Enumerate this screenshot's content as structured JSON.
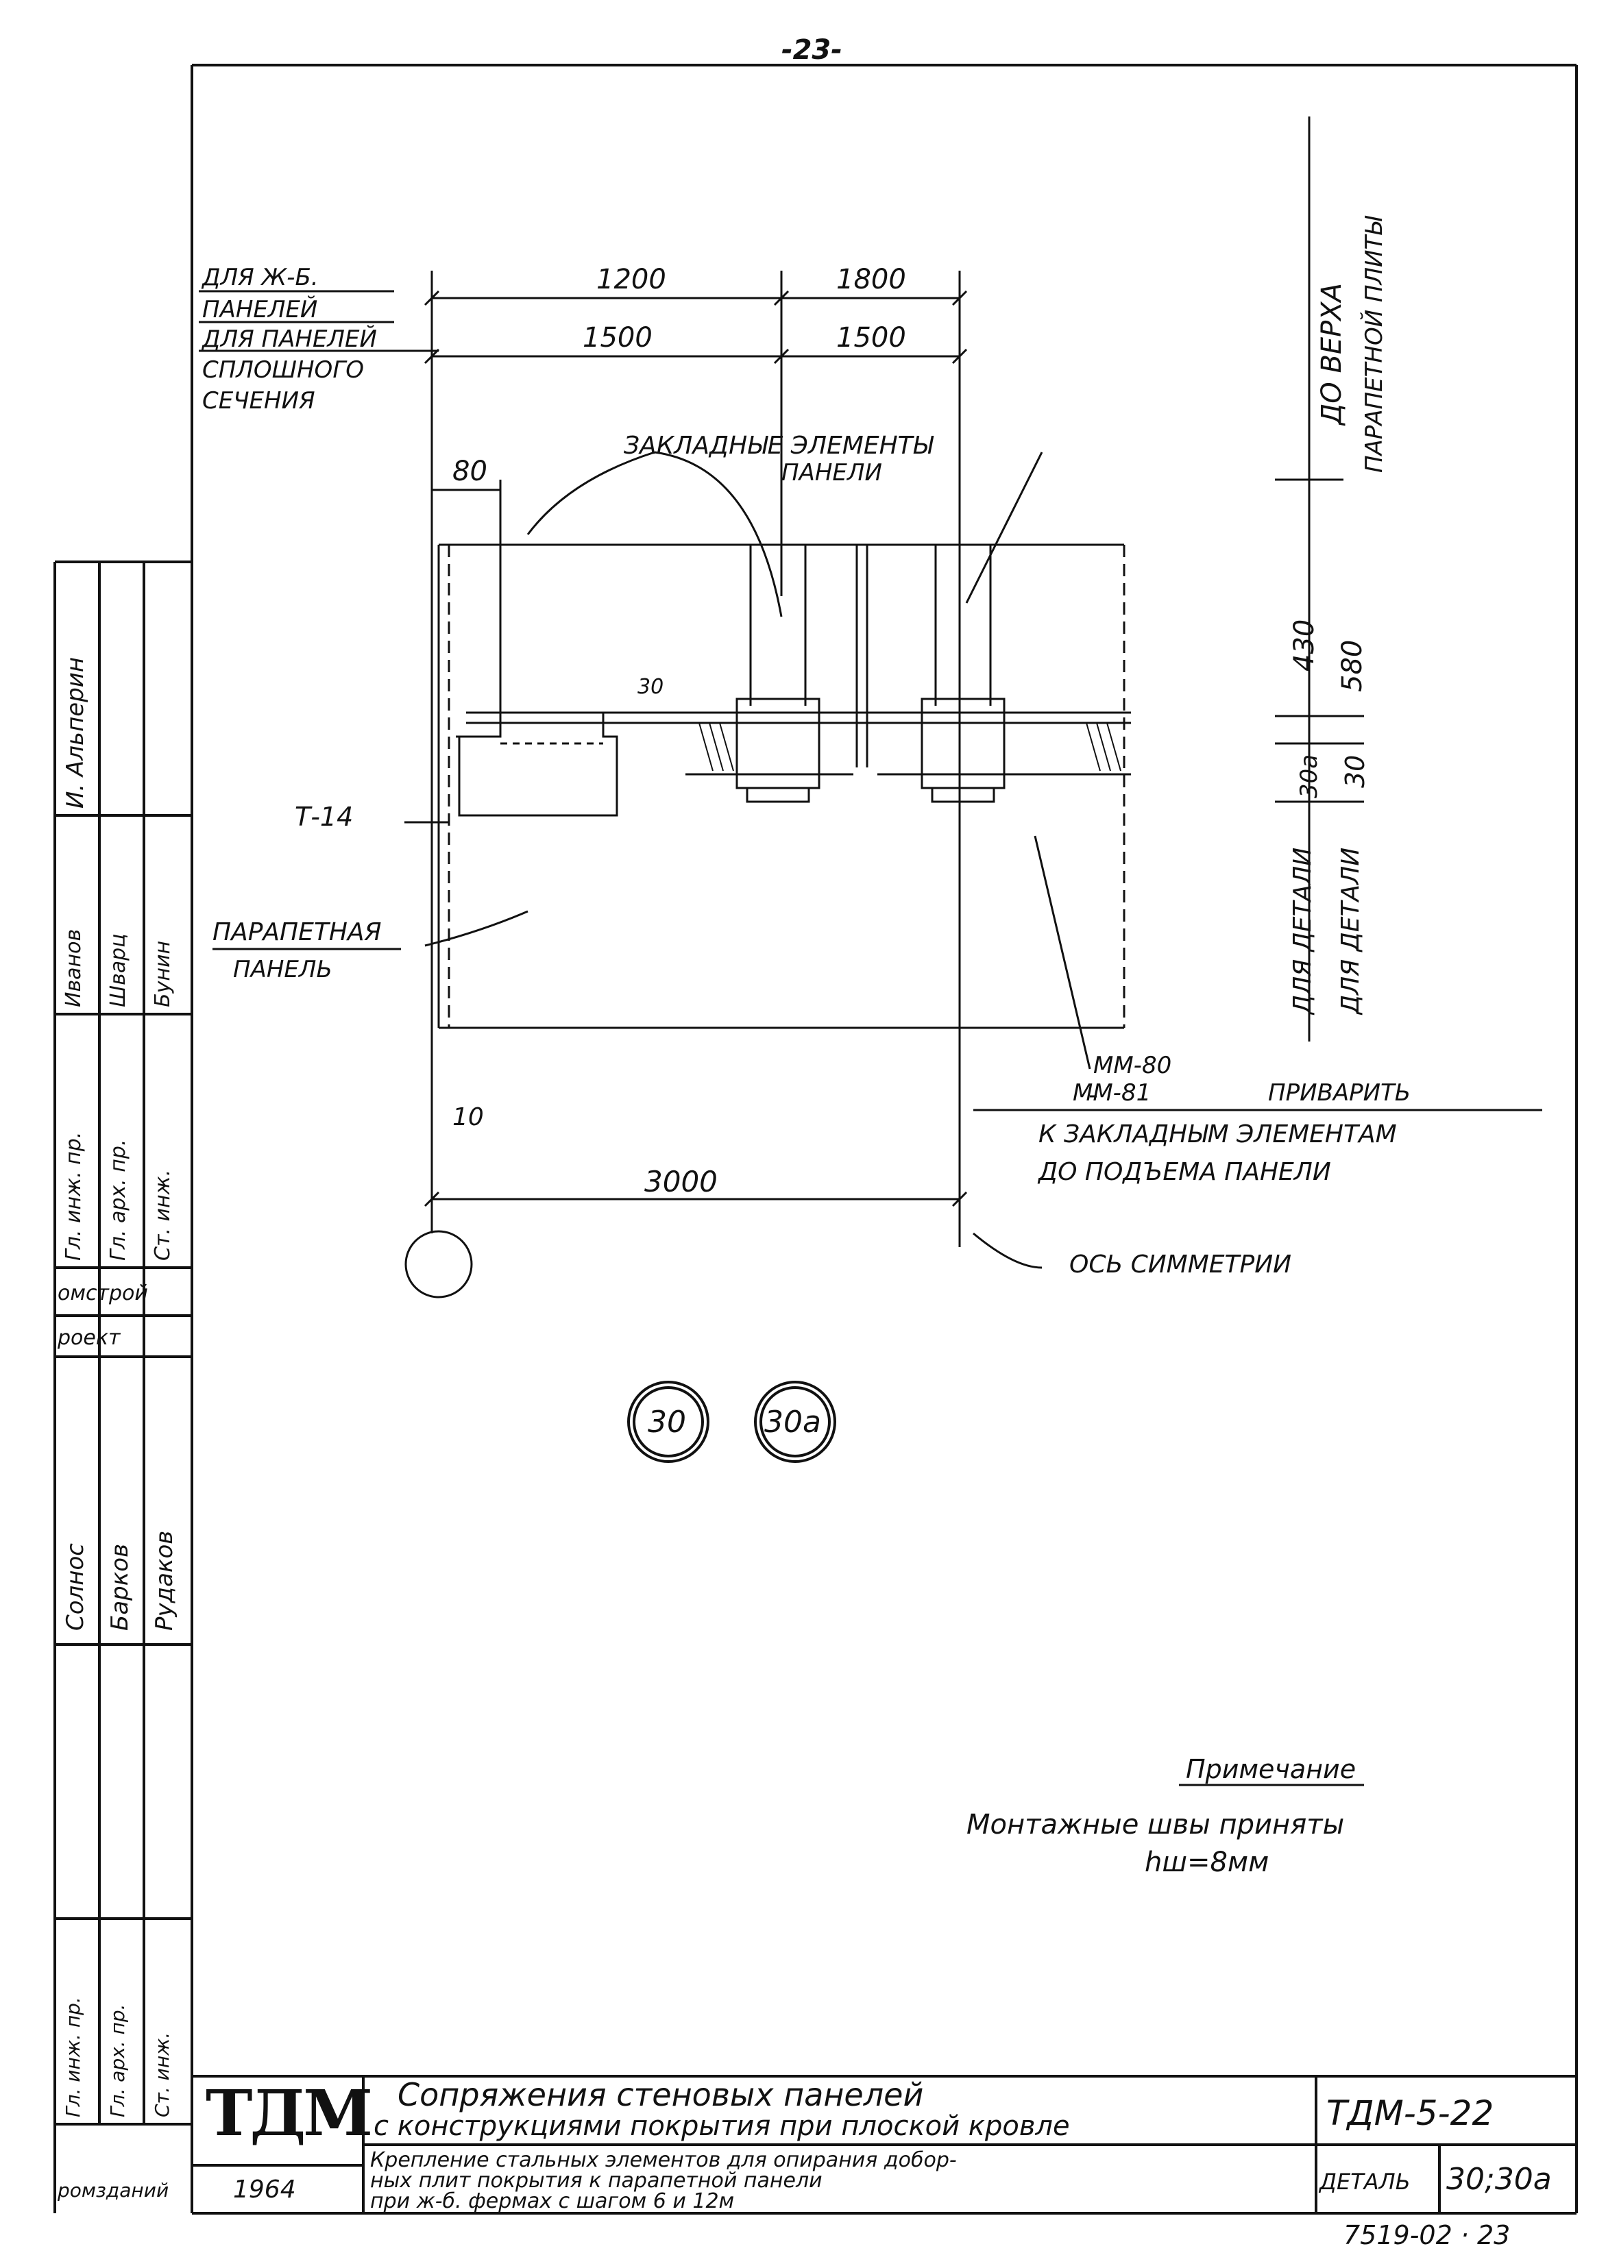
{
  "page_number": "-23-",
  "top_labels": {
    "jb_panels": "ДЛЯ Ж-Б.",
    "jb_panels2": "ПАНЕЛЕЙ",
    "solid_panels": "ДЛЯ ПАНЕЛЕЙ",
    "solid_panels2": "СПЛОШНОГО",
    "solid_panels3": "СЕЧЕНИЯ"
  },
  "dimensions": {
    "d1200": "1200",
    "d1800": "1800",
    "d1500a": "1500",
    "d1500b": "1500",
    "d80": "80",
    "d30": "30",
    "d430": "430",
    "d580": "580",
    "d30a": "30а",
    "d30b": "30",
    "d3000": "3000",
    "d10": "10"
  },
  "callouts": {
    "embedded": "ЗАКЛАДНЫЕ ЭЛЕМЕНТЫ",
    "embedded2": "ПАНЕЛИ",
    "t14": "Т-14",
    "parapet": "ПАРАПЕТНАЯ",
    "parapet2": "ПАНЕЛЬ",
    "mm80": "ММ-80",
    "mm81": "ММ-81",
    "weld": "ПРИВАРИТЬ",
    "weld2": "К ЗАКЛАДНЫМ ЭЛЕМЕНТАМ",
    "weld3": "ДО ПОДЪЕМА ПАНЕЛИ",
    "axis": "ОСЬ СИММЕТРИИ",
    "to_top": "ДО ВЕРХА",
    "to_top2": "ПАРАПЕТНОЙ ПЛИТЫ",
    "for_detail_30a": "ДЛЯ ДЕТАЛИ",
    "for_detail_30": "ДЛЯ ДЕТАЛИ"
  },
  "detail_marks": [
    "30",
    "30а"
  ],
  "note": {
    "title": "Примечание",
    "line1": "Монтажные швы приняты",
    "line2": "hш=8мм"
  },
  "side_stamp": {
    "col1": [
      "Гл. инж. пр.",
      "Гл. арх. пр.",
      "Ст. инж."
    ],
    "col2": [
      "Иванов",
      "Шварц",
      "Бунин"
    ],
    "col3": [
      "Гл. инж. пр.",
      "Гл. арх. пр.",
      "Ст. инж."
    ],
    "col4": [
      "Солнос",
      "Барков",
      "Рудаков"
    ],
    "top_name": "И. Альперин",
    "org1": "омстрой",
    "org2": "роект"
  },
  "title_block": {
    "logo": "ТДМ",
    "year": "1964",
    "org": "ромзданий",
    "title_line1": "Сопряжения стеновых панелей",
    "title_line2": "с конструкциями покрытия при плоской кровле",
    "sub_line1": "Крепление стальных элементов для опирания добор-",
    "sub_line2": "ных плит покрытия к парапетной панели",
    "sub_line3": "при ж-б. фермах с шагом 6 и 12м",
    "code": "ТДМ-5-22",
    "detail_label": "ДЕТАЛЬ",
    "detail_value": "30;30а"
  },
  "footer_number": "7519-02 · 23"
}
